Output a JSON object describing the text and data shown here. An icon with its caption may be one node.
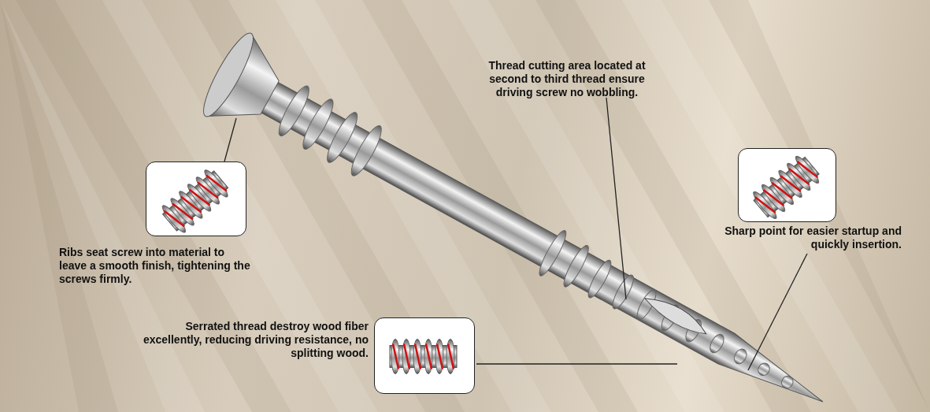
{
  "diagram": {
    "nodes": [
      {
        "text": [
          "Ribs seat screw into material to leave a smooth finish, tightening the screws firmly."
        ]
      },
      {
        "text": [
          "Thread cutting area located at second to third thread ensure driving screw no wobbling."
        ]
      },
      {
        "text": [
          "Sharp point for easier startup and quickly insertion."
        ]
      },
      {
        "text": [
          "Serrated thread destroy wood fiber excellently, reducing driving resistance, no splitting wood."
        ]
      }
    ],
    "edges": [
      {
        "from": 0,
        "to": null,
        "arrow": "none"
      },
      {
        "from": 1,
        "to": null,
        "arrow": "none"
      },
      {
        "from": 2,
        "to": null,
        "arrow": "none"
      },
      {
        "from": 3,
        "to": null,
        "arrow": "none"
      }
    ]
  }
}
